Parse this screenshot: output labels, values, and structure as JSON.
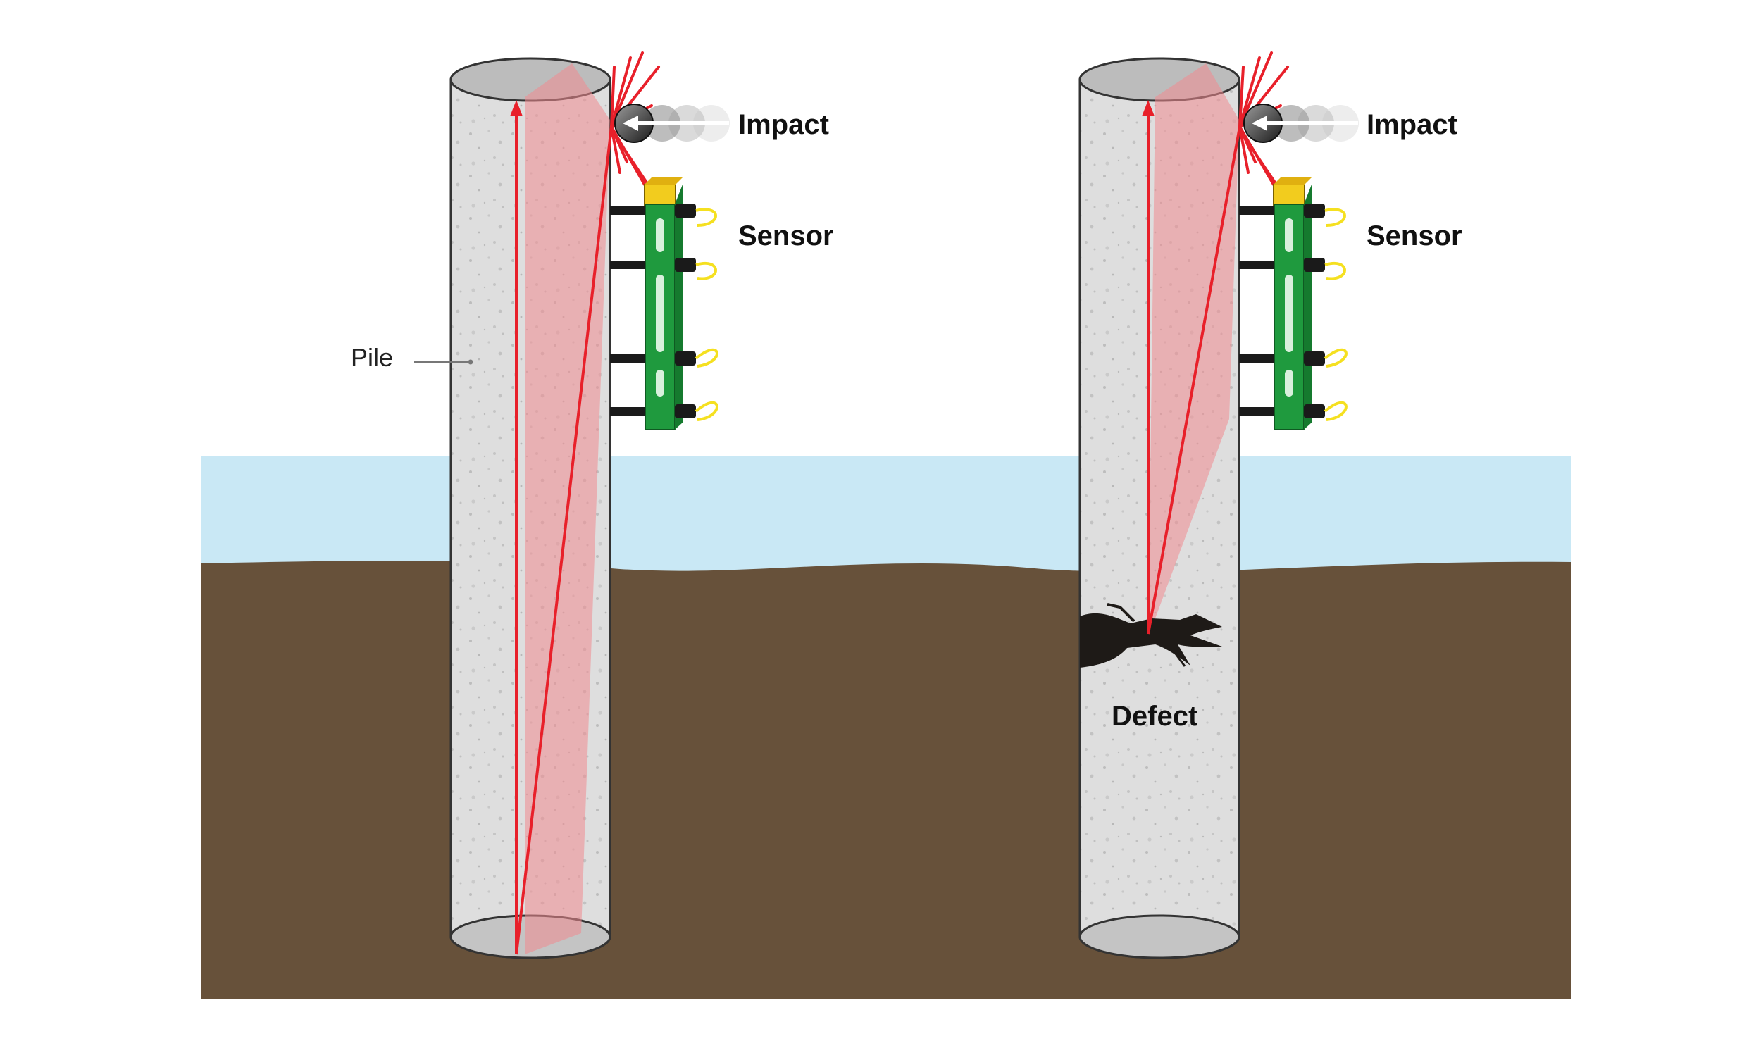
{
  "labels": {
    "pile": "Pile",
    "impact": "Impact",
    "sensor": "Sensor",
    "defect": "Defect"
  },
  "colors": {
    "background": "#ffffff",
    "water": "#c9e8f5",
    "soil": "#67513a",
    "pile_fill": "#dcdcdc",
    "pile_outline": "#333333",
    "wave_red": "#e8202a",
    "wave_shade": "#f08a8f",
    "sensor_green": "#1f9a3e",
    "sensor_cap": "#f2cc1e",
    "cable_yellow": "#f5e020",
    "crack_dark": "#1e1a17"
  },
  "diagram": {
    "panels": [
      {
        "id": "intact-pile",
        "has_defect": false
      },
      {
        "id": "defective-pile",
        "has_defect": true
      }
    ]
  }
}
